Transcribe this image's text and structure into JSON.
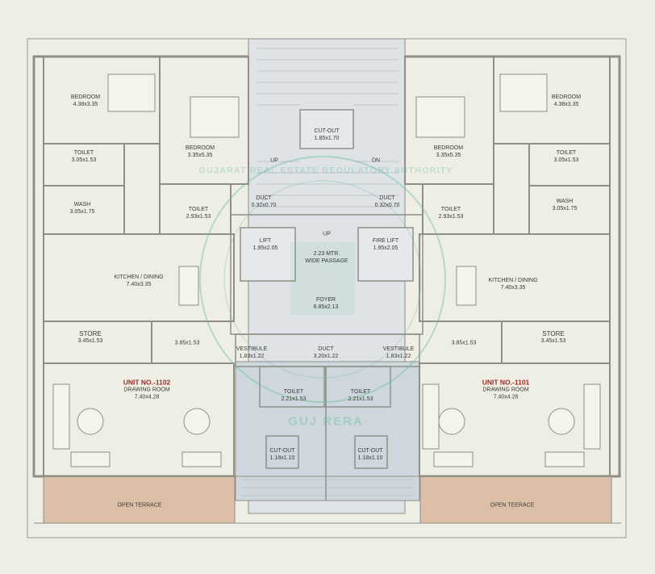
{
  "labels": {
    "bedroom_l": {
      "name": "BEDROOM",
      "dim": "4.38x3.35"
    },
    "bedroom_r": {
      "name": "BEDROOM",
      "dim": "4.38x3.35"
    },
    "bedroom2_l": {
      "name": "BEDROOM",
      "dim": "3.35x5.35"
    },
    "bedroom2_r": {
      "name": "BEDROOM",
      "dim": "3.35x5.35"
    },
    "cutout_top": {
      "name": "CUT-OUT",
      "dim": "1.85x1.70"
    },
    "toilet_l": {
      "name": "TOILET",
      "dim": "3.05x1.53"
    },
    "toilet_r": {
      "name": "TOILET",
      "dim": "3.05x1.53"
    },
    "toilet2_l": {
      "name": "TOILET",
      "dim": "2.93x1.53"
    },
    "toilet2_r": {
      "name": "TOILET",
      "dim": "2.93x1.53"
    },
    "wash_l": {
      "name": "WASH",
      "dim": "3.05x1.75"
    },
    "wash_r": {
      "name": "WASH",
      "dim": "3.05x1.75"
    },
    "duct_l": {
      "name": "DUCT",
      "dim": "0.32x0.70"
    },
    "duct_r": {
      "name": "DUCT",
      "dim": "0.32x0.70"
    },
    "lift": {
      "name": "LIFT",
      "dim": "1.95x2.05"
    },
    "firelift": {
      "name": "FIRE LIFT",
      "dim": "1.95x2.05"
    },
    "passage": {
      "name": "2.23 MTR.",
      "dim": "WIDE PASSAGE"
    },
    "kitchen_l": {
      "name": "KITCHEN / DINING",
      "dim": "7.40x3.35"
    },
    "kitchen_r": {
      "name": "KITCHEN / DINING",
      "dim": "7.40x3.35"
    },
    "foyer": {
      "name": "FOYER",
      "dim": "6.85x2.13"
    },
    "store_l": {
      "name": "STORE",
      "dim": "3.45x1.53"
    },
    "store_r": {
      "name": "STORE",
      "dim": "3.45x1.53"
    },
    "vest_l": {
      "name": "VESTIBULE",
      "dim": "1.83x1.22"
    },
    "vest_r": {
      "name": "VESTIBULE",
      "dim": "1.83x1.22"
    },
    "duct_c": {
      "name": "DUCT",
      "dim": "3.20x1.22"
    },
    "toilet3_l": {
      "name": "TOILET",
      "dim": "2.21x1.53"
    },
    "toilet3_r": {
      "name": "TOILET",
      "dim": "2.21x1.53"
    },
    "cutout_l": {
      "name": "CUT-OUT",
      "dim": "1.18x1.10"
    },
    "cutout_r": {
      "name": "CUT-OUT",
      "dim": "1.18x1.10"
    }
  },
  "passage_dims": {
    "left": "3.85x1.53",
    "right": "3.85x1.53"
  },
  "units": {
    "left": {
      "unit": "UNIT NO.-1102",
      "name": "DRAWING ROOM",
      "dim": "7.40x4.28"
    },
    "right": {
      "unit": "UNIT NO.-1101",
      "name": "DRAWING ROOM",
      "dim": "7.40x4.28"
    }
  },
  "terrace": {
    "left": "OPEN TERRACE",
    "right": "OPEN TEERACE"
  },
  "stairs": {
    "up": "UP",
    "dn": "DN",
    "lift_up": "UP"
  },
  "watermark": {
    "text": "GUJ RERA",
    "ring": "GUJARAT REAL ESTATE REGULATORY AUTHORITY"
  },
  "colors": {
    "background": "#efeee4",
    "wall": "#8f8f86",
    "core_fill": "#dfe3e7",
    "terrace_fill": "#dcbfa6",
    "unit_label": "#9a2b25",
    "watermark": "#6fbf9a"
  }
}
